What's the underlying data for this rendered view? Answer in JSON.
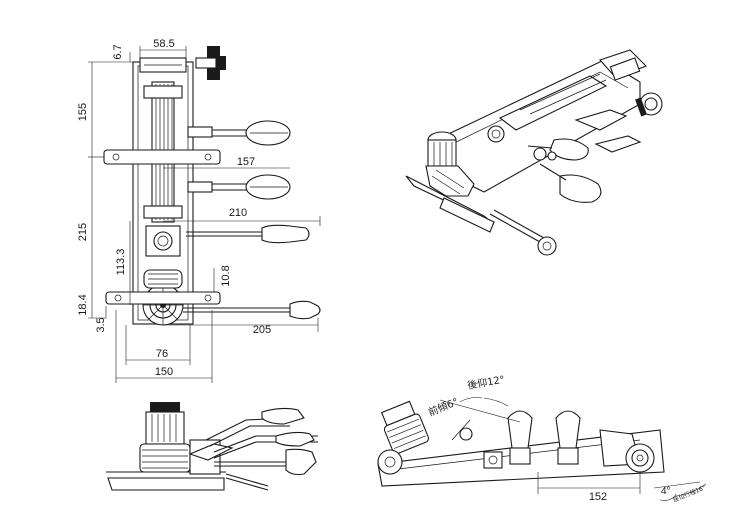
{
  "dimensions": {
    "d_6_7": "6.7",
    "d_58_5": "58.5",
    "d_155": "155",
    "d_157": "157",
    "d_210": "210",
    "d_215": "215",
    "d_113_3": "113.3",
    "d_10_8": "10.8",
    "d_18_4": "18.4",
    "d_3_5": "3.5",
    "d_205": "205",
    "d_76": "76",
    "d_150": "150",
    "d_152": "152",
    "d_4": "4°"
  },
  "angles": {
    "forward_tilt": "前傾6°",
    "back_tilt": "後仰12°",
    "seat_travel": "座位行程16°"
  }
}
